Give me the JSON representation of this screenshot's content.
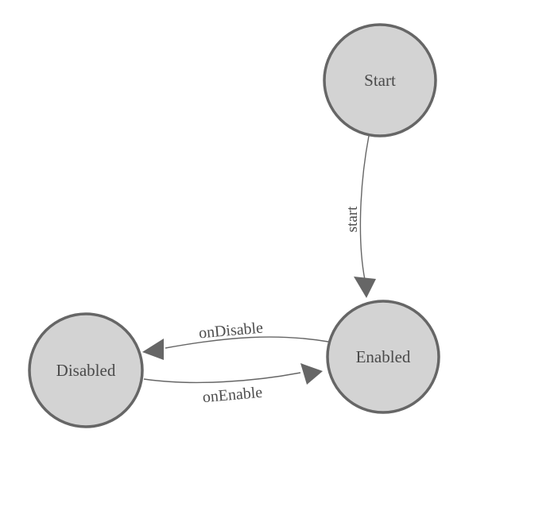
{
  "diagram": {
    "background": "#ffffff",
    "colors": {
      "node_fill": "#d3d3d3",
      "node_stroke": "#666666",
      "edge_stroke": "#666666",
      "arrow_fill": "#666666",
      "node_text": "#4a4a4a",
      "edge_text": "#4d4d4d"
    },
    "nodes": [
      {
        "id": "Start",
        "label": "Start"
      },
      {
        "id": "Enabled",
        "label": "Enabled"
      },
      {
        "id": "Disabled",
        "label": "Disabled"
      }
    ],
    "edges": [
      {
        "from": "Start",
        "to": "Enabled",
        "label": "start"
      },
      {
        "from": "Enabled",
        "to": "Disabled",
        "label": "onDisable"
      },
      {
        "from": "Disabled",
        "to": "Enabled",
        "label": "onEnable"
      }
    ]
  }
}
